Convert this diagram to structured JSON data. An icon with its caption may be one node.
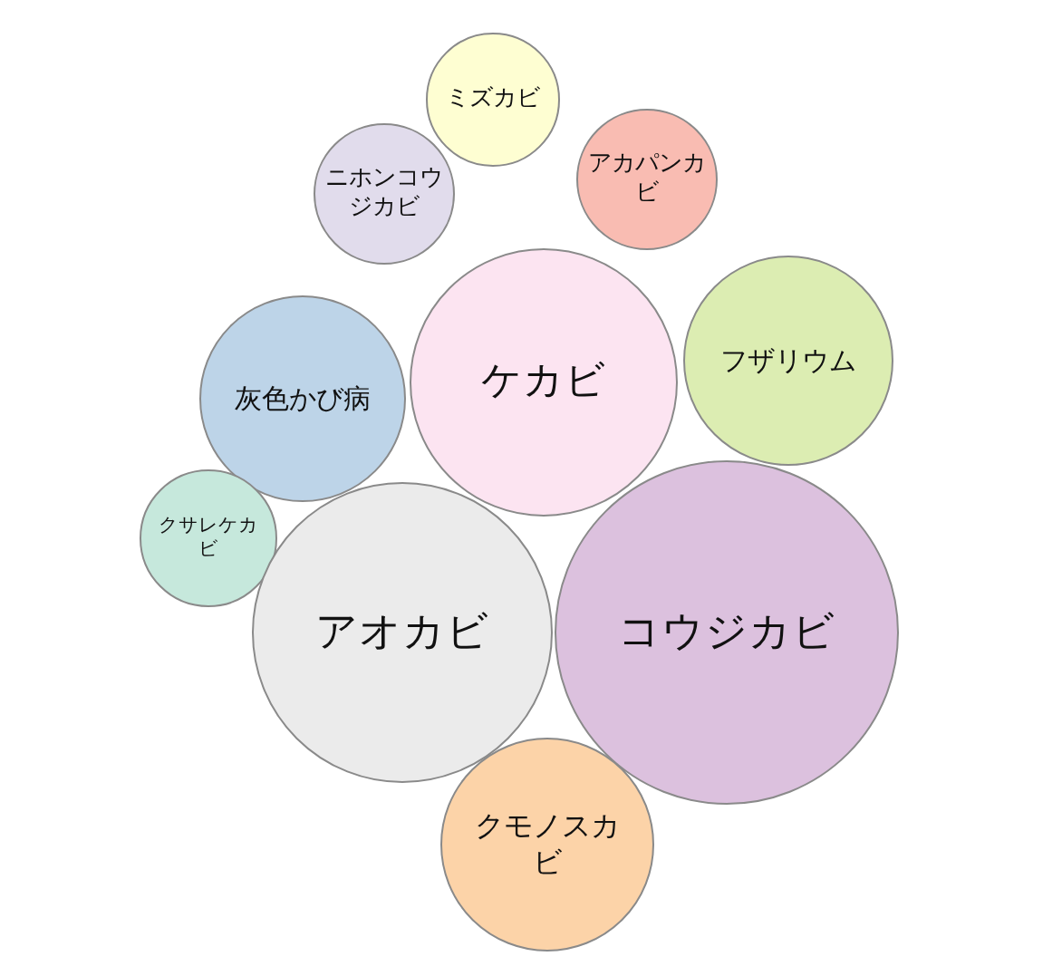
{
  "diagram": {
    "nodes": [
      {
        "text": [
          "ミズカビ"
        ]
      },
      {
        "text": [
          "アカパンカビ"
        ]
      },
      {
        "text": [
          "ニホンコウジカビ"
        ]
      },
      {
        "text": [
          "フザリウム"
        ]
      },
      {
        "text": [
          "ケカビ"
        ]
      },
      {
        "text": [
          "灰色かび病"
        ]
      },
      {
        "text": [
          "クサレケカビ"
        ]
      },
      {
        "text": [
          "アオカビ"
        ]
      },
      {
        "text": [
          "コウジカビ"
        ]
      },
      {
        "text": [
          "クモノスカビ"
        ]
      }
    ]
  }
}
